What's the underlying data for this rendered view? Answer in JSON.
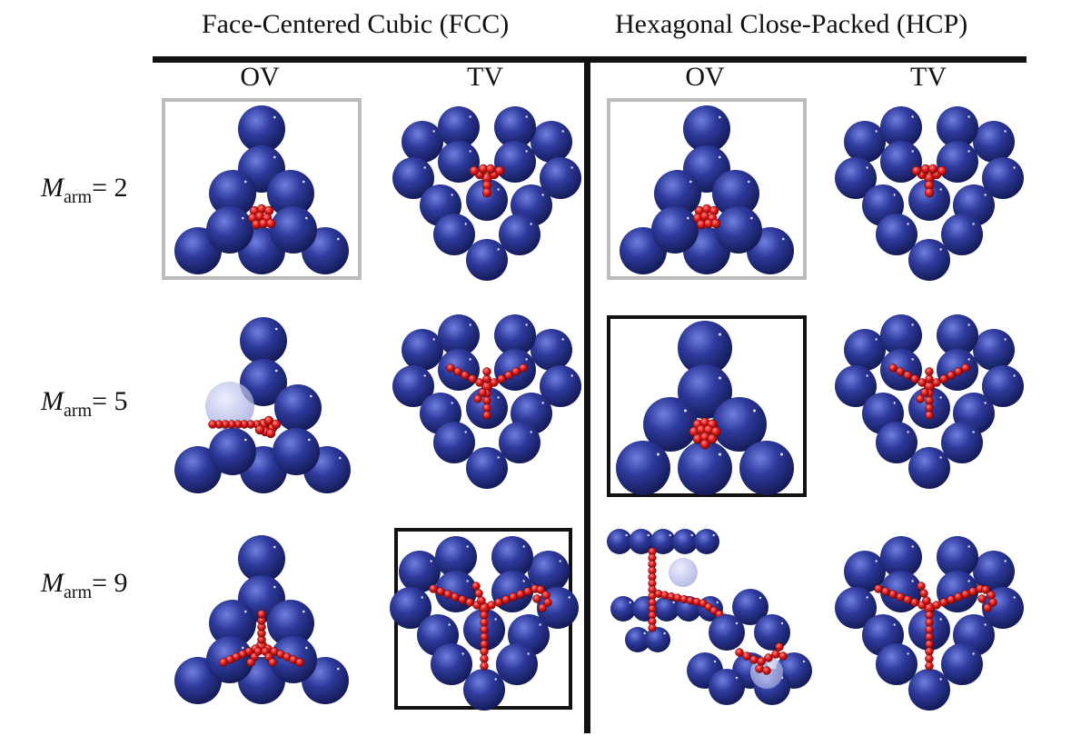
{
  "headers": {
    "fcc": "Face-Centered Cubic (FCC)",
    "hcp": "Hexagonal Close-Packed (HCP)"
  },
  "subheaders": {
    "fcc_ov": "OV",
    "fcc_tv": "TV",
    "hcp_ov": "OV",
    "hcp_tv": "TV"
  },
  "rows": [
    {
      "symbol": "M",
      "subscript": "arm",
      "value": "= 2"
    },
    {
      "symbol": "M",
      "subscript": "arm",
      "value": "= 5"
    },
    {
      "symbol": "M",
      "subscript": "arm",
      "value": "= 9"
    }
  ],
  "colors": {
    "sphere_blue": "#2e3a9c",
    "polymer_red": "#e01b1b",
    "frame_gray": "#bbbbbb",
    "frame_black": "#111111"
  }
}
